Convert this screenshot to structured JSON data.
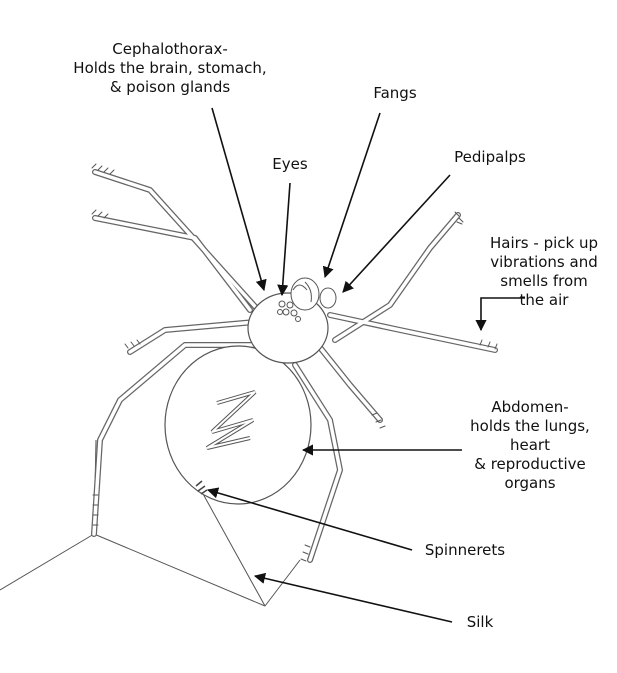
{
  "labels": {
    "cephalothorax": [
      "Cephalothorax-",
      "Holds the brain, stomach,",
      "& poison glands"
    ],
    "fangs": [
      "Fangs"
    ],
    "eyes": [
      "Eyes"
    ],
    "pedipalps": [
      "Pedipalps"
    ],
    "hairs": [
      "Hairs - pick up",
      "vibrations and",
      "smells from",
      "the air"
    ],
    "abdomen": [
      "Abdomen-",
      "holds the lungs,",
      "heart",
      "& reproductive",
      "organs"
    ],
    "spinnerets": [
      "Spinnerets"
    ],
    "silk": [
      "Silk"
    ]
  },
  "colors": {
    "ink": "#111111",
    "outline": "#666666",
    "background": "#ffffff"
  }
}
